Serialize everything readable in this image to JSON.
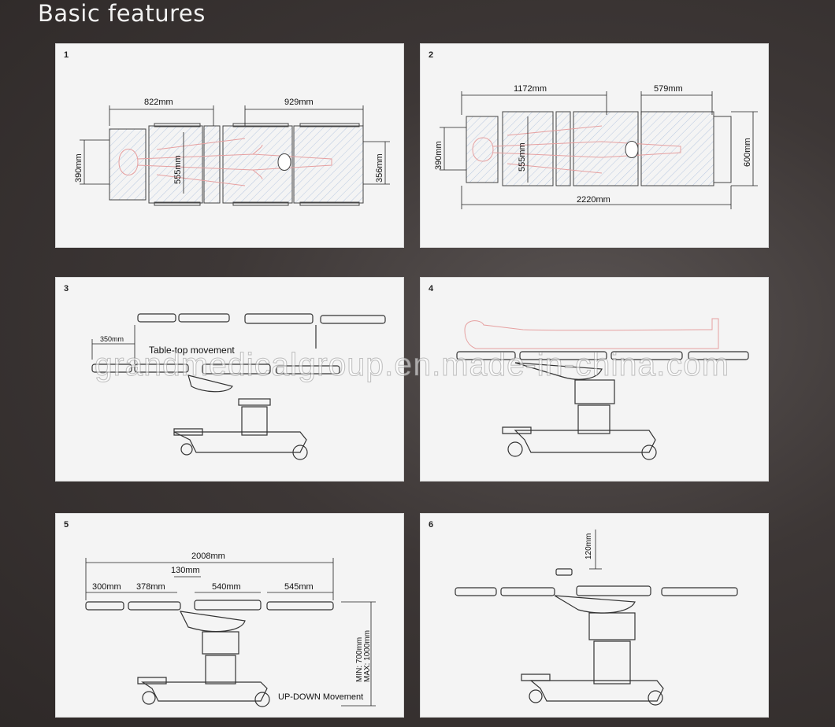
{
  "title": "Basic features",
  "panels": [
    {
      "number": "1",
      "labels": {
        "top_left": "822mm",
        "top_right": "929mm",
        "left": "390mm",
        "inner": "555mm",
        "right": "356mm"
      }
    },
    {
      "number": "2",
      "labels": {
        "top_left": "1172mm",
        "top_right": "579mm",
        "left": "390mm",
        "inner": "555mm",
        "right": "600mm",
        "bottom": "2220mm"
      }
    },
    {
      "number": "3",
      "labels": {
        "offset": "350mm",
        "caption": "Table-top movement"
      }
    },
    {
      "number": "4",
      "labels": {}
    },
    {
      "number": "5",
      "labels": {
        "total": "2008mm",
        "gap": "130mm",
        "seg1": "300mm",
        "seg2": "378mm",
        "seg3": "540mm",
        "seg4": "545mm",
        "min": "MIN: 700mm",
        "max": "MAX: 1000mm",
        "caption": "UP-DOWN Movement"
      }
    },
    {
      "number": "6",
      "labels": {
        "lift": "120mm"
      }
    }
  ],
  "watermark": "grandmedicalgroup.en.made-in-china.com",
  "colors": {
    "background": "#3d3736",
    "panel": "#f4f4f4",
    "body_outline": "#e6a0a0",
    "hatch": "#b9c9e0"
  }
}
